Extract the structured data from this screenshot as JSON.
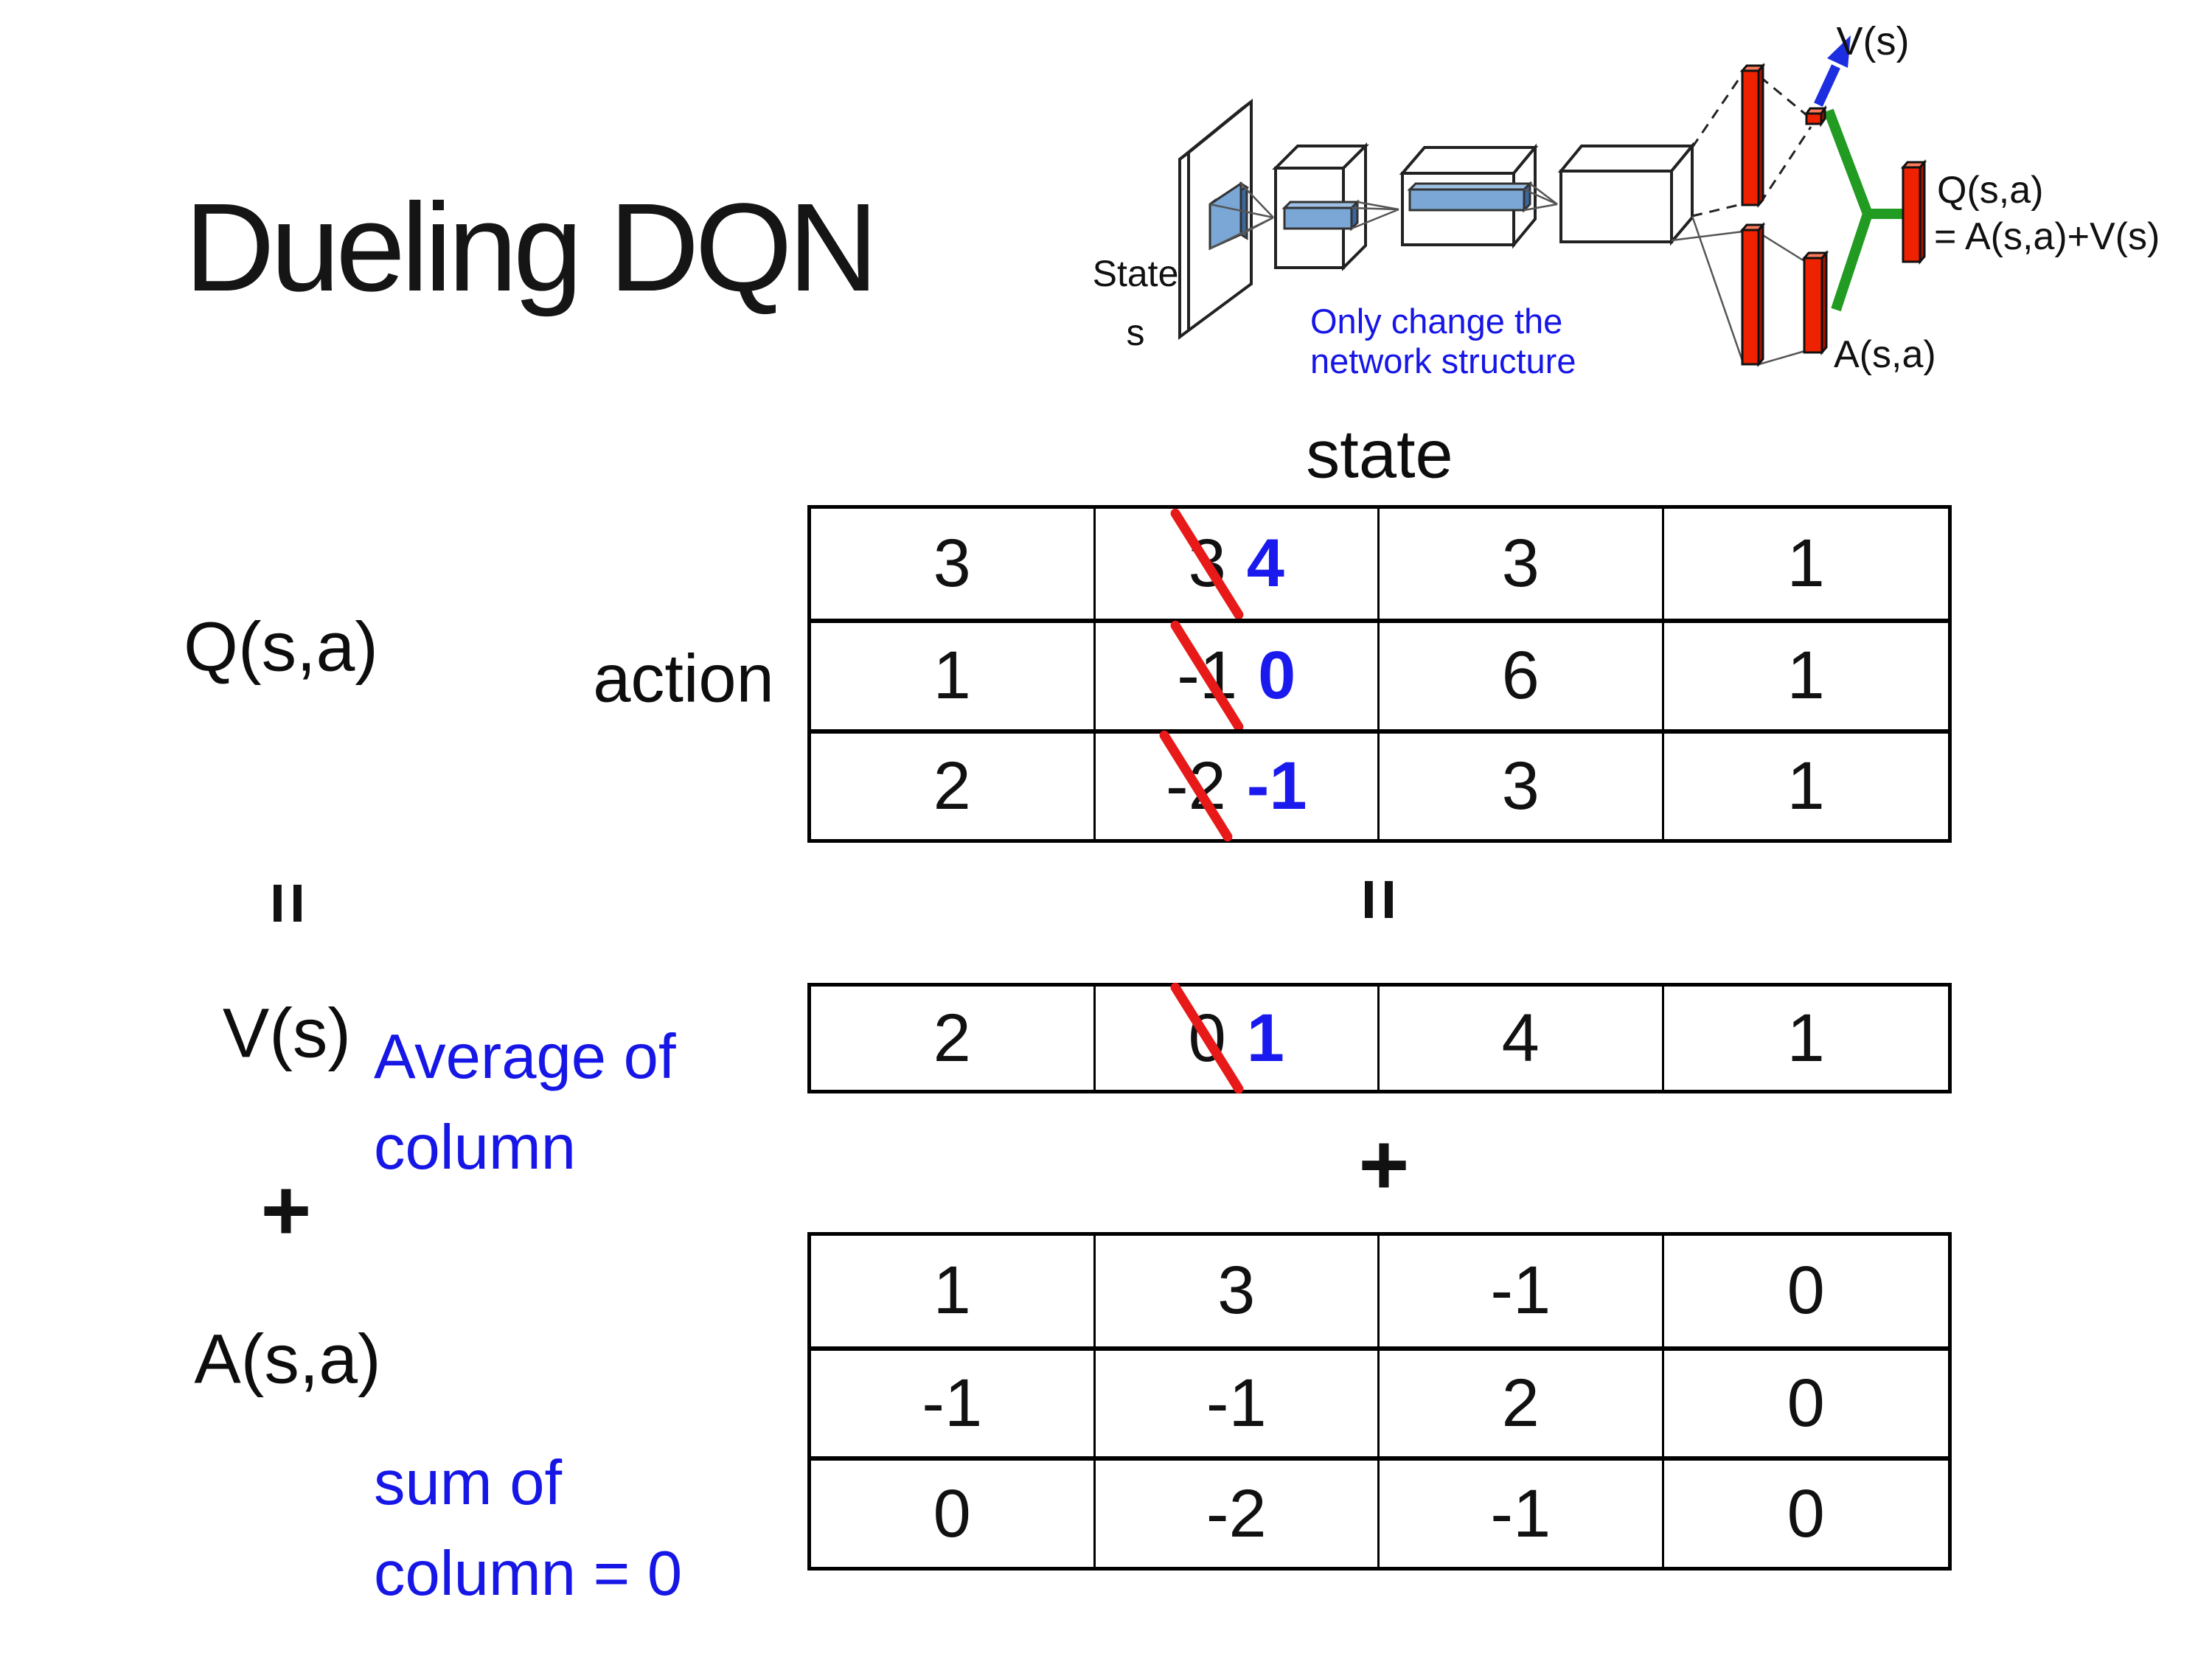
{
  "slide": {
    "title": "Dueling DQN"
  },
  "network_diagram": {
    "labels": {
      "state_line1": "State",
      "state_line2": "s",
      "note_line1": "Only change the",
      "note_line2": "network structure",
      "v_output": "V(s)",
      "q_output_line1": "Q(s,a)",
      "q_output_line2": "= A(s,a)+V(s)",
      "a_output": "A(s,a)"
    },
    "colors": {
      "bar_red": "#ee2200",
      "bar_red_side": "#a51300",
      "bar_red_top": "#ff7a5c",
      "merge_green": "#219b21",
      "arrow_blue": "#1c2ee0",
      "feature_blue": "#7aa7d6",
      "feature_blue_side": "#38689f",
      "note_blue": "#1616e6"
    }
  },
  "q_matrix": {
    "label": "Q(s,a)",
    "col_header": "state",
    "row_header": "action",
    "cells": [
      [
        "3",
        {
          "old": "3",
          "new": "4"
        },
        "3",
        "1"
      ],
      [
        "1",
        {
          "old": "-1",
          "new": "0"
        },
        "6",
        "1"
      ],
      [
        "2",
        {
          "old": "-2",
          "new": "-1"
        },
        "3",
        "1"
      ]
    ]
  },
  "v_row": {
    "label": "V(s)",
    "cells": [
      [
        "2",
        {
          "old": "0",
          "new": "1"
        },
        "4",
        "1"
      ]
    ]
  },
  "a_matrix": {
    "label": "A(s,a)",
    "cells": [
      [
        "1",
        "3",
        "-1",
        "0"
      ],
      [
        "-1",
        "-1",
        "2",
        "0"
      ],
      [
        "0",
        "-2",
        "-1",
        "0"
      ]
    ]
  },
  "operators": {
    "equals": "=",
    "plus": "+"
  },
  "annotations": {
    "average_line1": "Average of",
    "average_line2": "column",
    "sum_line1": "sum of",
    "sum_line2": "column = 0",
    "highlight_blue": "#1a1aee",
    "strike_red": "#e81919"
  }
}
